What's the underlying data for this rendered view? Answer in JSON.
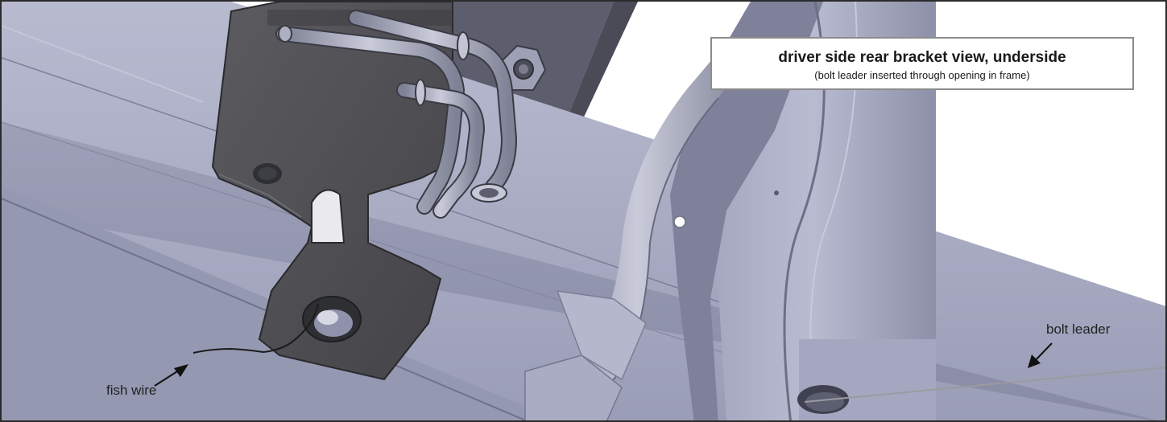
{
  "callout": {
    "title": "driver side rear bracket view, underside",
    "subtitle": "(bolt leader inserted through opening in frame)"
  },
  "labels": {
    "fish_wire": "fish wire",
    "bolt_leader": "bolt leader"
  },
  "colors": {
    "frame_light": "#aeb1c7",
    "frame_mid": "#8f92ab",
    "frame_dark": "#6f7289",
    "bracket": "#505054",
    "bracket_dark": "#38383b",
    "tube": "#9c9fb1",
    "border": "#2b2b2b"
  }
}
